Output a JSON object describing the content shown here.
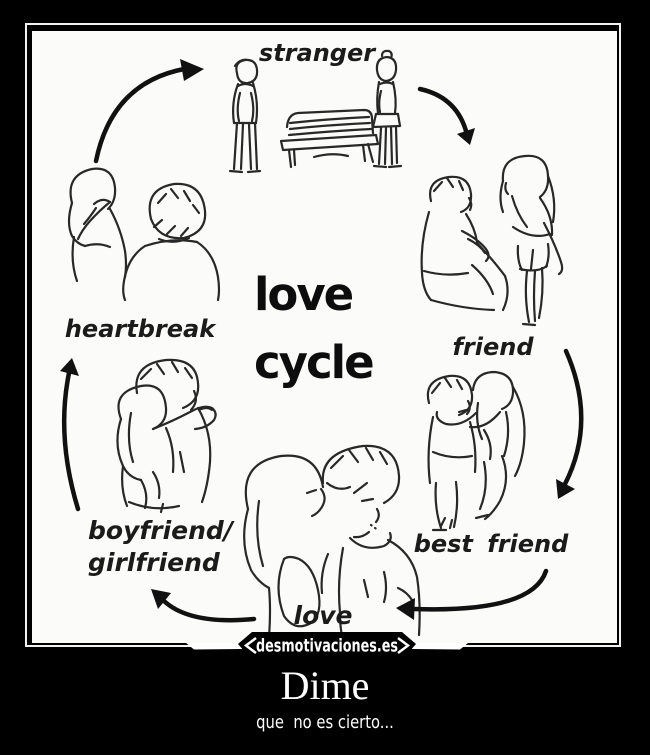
{
  "poster": {
    "watermark": "desmotivaciones.es",
    "title": "Dime",
    "subtitle": "que  no es cierto...",
    "background_color": "#000000"
  },
  "diagram": {
    "center_title": {
      "line1": "love",
      "line2": "cycle"
    },
    "labels": {
      "stranger": "stranger",
      "friend": "friend",
      "best_friend": "best friend",
      "love": "love",
      "boyfriend_line1": "boyfriend/",
      "boyfriend_line2": "girlfriend",
      "heartbreak": "heartbreak"
    },
    "cycle_order": [
      "stranger",
      "friend",
      "best friend",
      "love",
      "boyfriend/girlfriend",
      "heartbreak"
    ],
    "ink_color": "#282828",
    "paper_color": "#fbfbf9"
  }
}
